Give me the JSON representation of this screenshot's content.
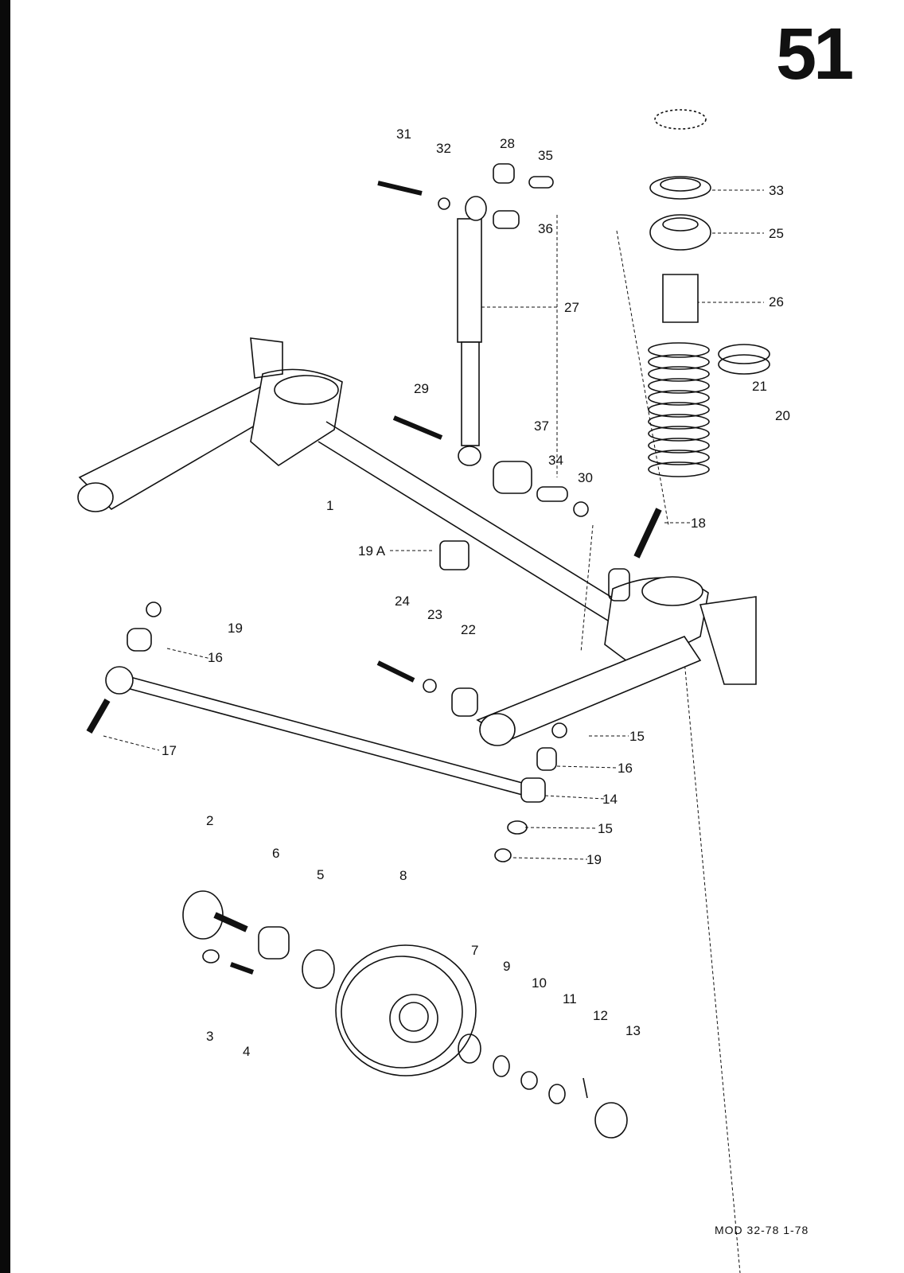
{
  "page_number": "51",
  "footer": "MOD 32-78   1-78",
  "labels": [
    "31",
    "32",
    "28",
    "35",
    "36",
    "27",
    "33",
    "25",
    "26",
    "21",
    "20",
    "29",
    "37",
    "34",
    "30",
    "18",
    "1",
    "19 A",
    "24",
    "23",
    "22",
    "19",
    "16",
    "17",
    "15",
    "16",
    "14",
    "15",
    "19",
    "2",
    "6",
    "5",
    "8",
    "7",
    "9",
    "10",
    "11",
    "12",
    "13",
    "3",
    "4"
  ]
}
